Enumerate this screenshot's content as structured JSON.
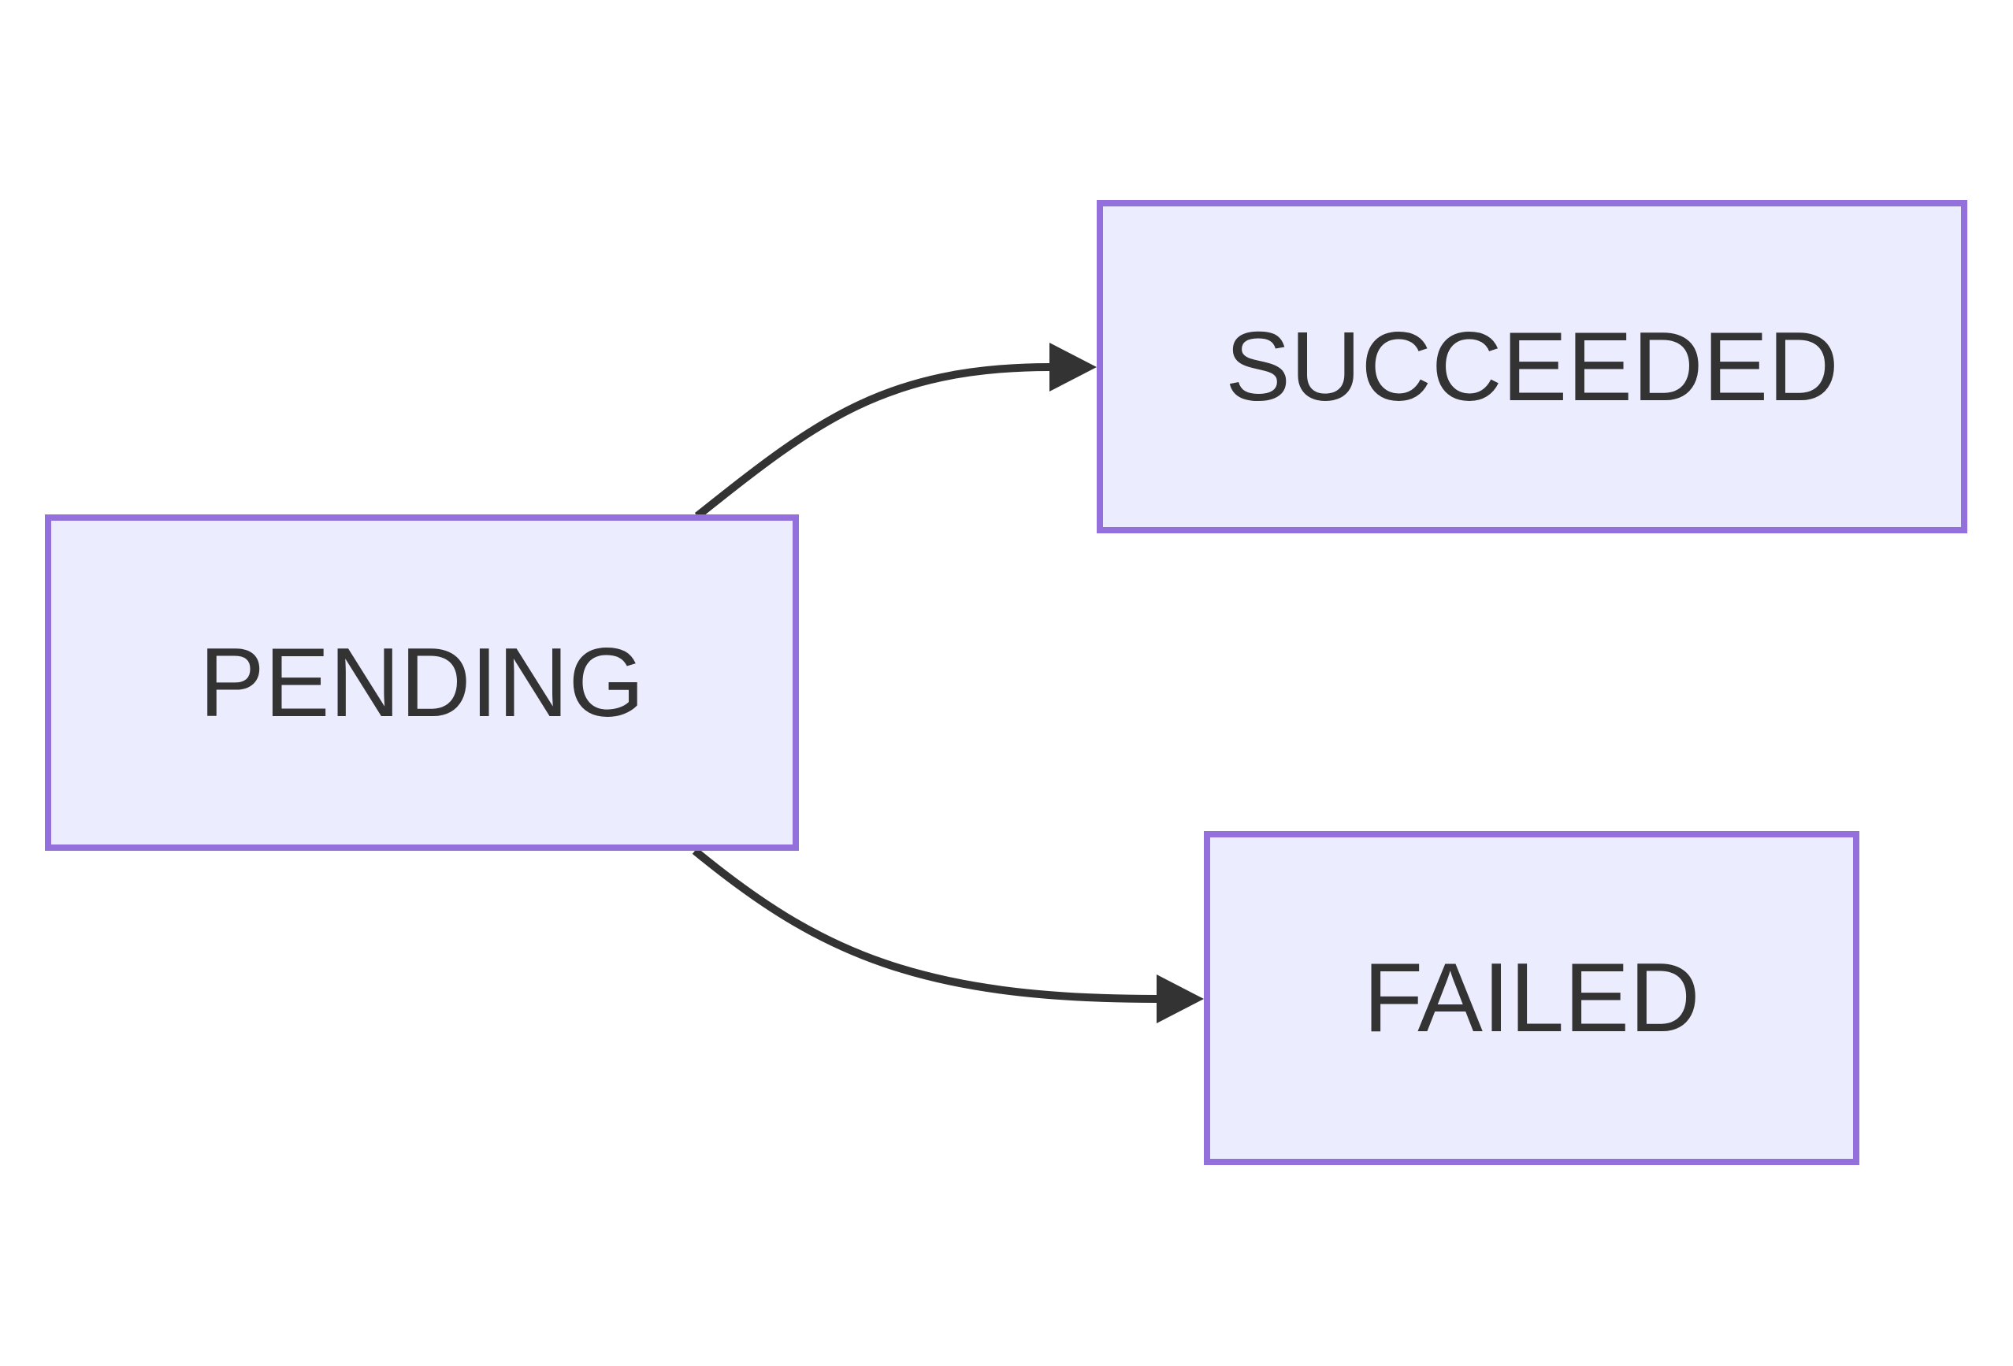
{
  "diagram": {
    "type": "state-flow-diagram",
    "colors": {
      "background": "#FFFFFF",
      "node_fill": "#ECECFF",
      "node_border": "#9370DB",
      "edge": "#333333",
      "label": "#333333"
    },
    "nodes": [
      {
        "id": "pending",
        "label": "PENDING"
      },
      {
        "id": "succeeded",
        "label": "SUCCEEDED"
      },
      {
        "id": "failed",
        "label": "FAILED"
      }
    ],
    "edges": [
      {
        "from": "PENDING",
        "to": "SUCCEEDED"
      },
      {
        "from": "PENDING",
        "to": "FAILED"
      }
    ]
  }
}
